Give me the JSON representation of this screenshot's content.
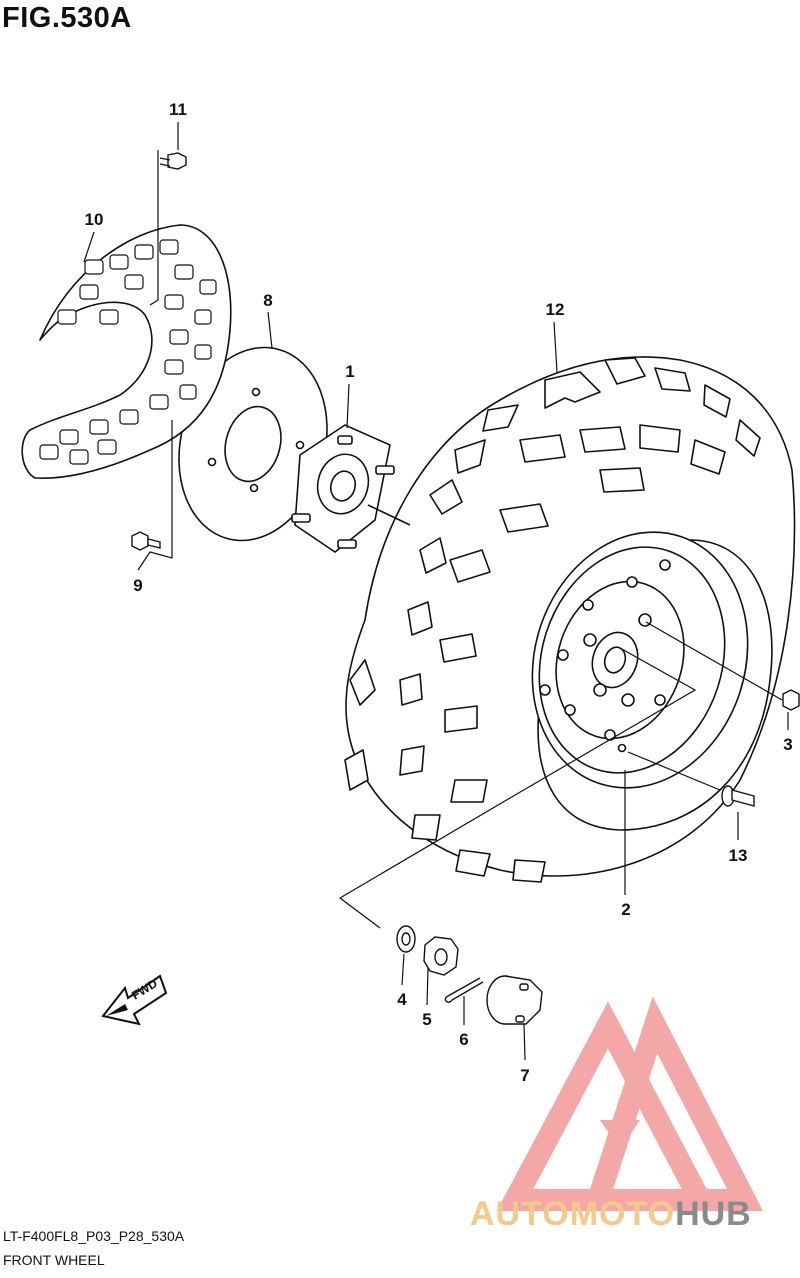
{
  "figure": {
    "title": "FIG.530A"
  },
  "callouts": [
    "1",
    "2",
    "3",
    "4",
    "5",
    "6",
    "7",
    "8",
    "9",
    "10",
    "11",
    "12",
    "13"
  ],
  "forward_label": "FWD",
  "footer": {
    "code": "LT-F400FL8_P03_P28_530A",
    "name": "FRONT WHEEL"
  },
  "watermark": {
    "part1": "AUTOMOTO",
    "part2": "HUB",
    "color1": "#f5c98a",
    "color2": "#9a9a9a",
    "logo_color": "#f08a8a"
  },
  "colors": {
    "line": "#111111",
    "background": "#ffffff"
  }
}
